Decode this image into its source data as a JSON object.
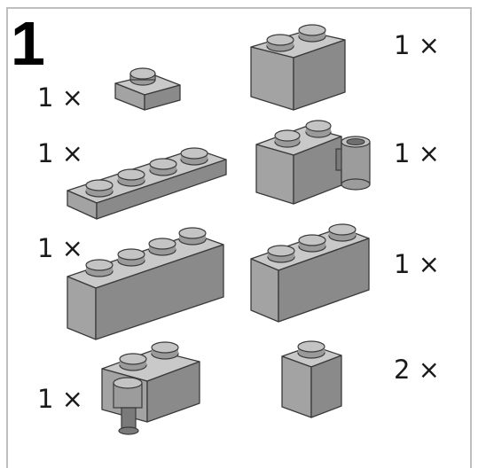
{
  "step": {
    "number": "1"
  },
  "parts": [
    {
      "id": "plate-1x2",
      "quantity": "1 ×"
    },
    {
      "id": "brick-1x2",
      "quantity": "1 ×"
    },
    {
      "id": "plate-1x4",
      "quantity": "1 ×"
    },
    {
      "id": "brick-1x2-clip-side",
      "quantity": "1 ×"
    },
    {
      "id": "brick-1x4",
      "quantity": "1 ×"
    },
    {
      "id": "brick-1x3",
      "quantity": "1 ×"
    },
    {
      "id": "brick-1x2-clip-front",
      "quantity": "1 ×"
    },
    {
      "id": "brick-1x1",
      "quantity": "2 ×"
    }
  ],
  "colors": {
    "brick_top": "#c9c9c9",
    "brick_front": "#a3a3a3",
    "brick_side": "#8a8a8a",
    "outline": "#3a3a3a",
    "frame": "#bfbfbf"
  }
}
